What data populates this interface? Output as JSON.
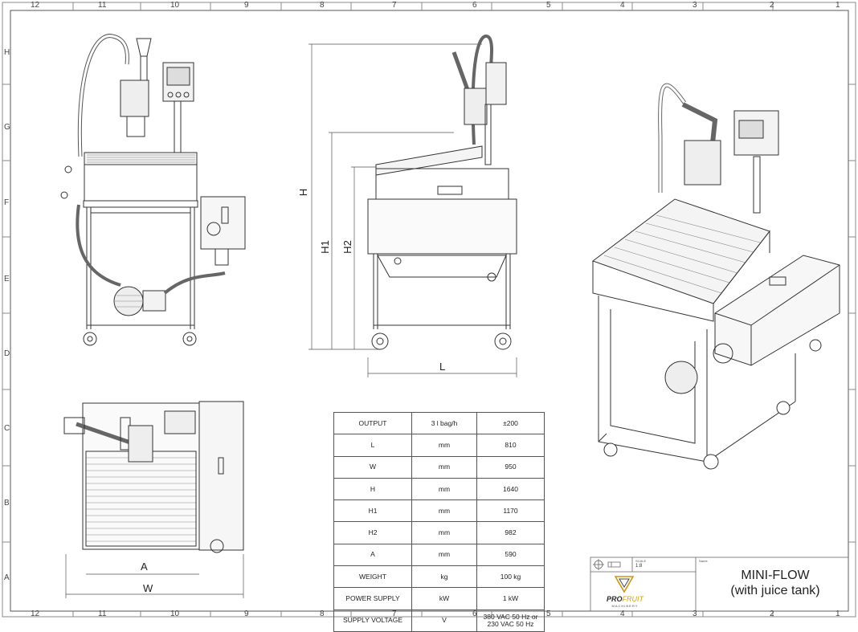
{
  "border_columns": [
    "12",
    "11",
    "10",
    "9",
    "8",
    "7",
    "6",
    "5",
    "4",
    "3",
    "2",
    "1"
  ],
  "border_rows": [
    "H",
    "G",
    "F",
    "E",
    "D",
    "C",
    "B",
    "A"
  ],
  "dimensions": {
    "front_A": "A",
    "front_W": "W",
    "side_H": "H",
    "side_H1": "H1",
    "side_H2": "H2",
    "side_L": "L"
  },
  "spec_table": [
    {
      "param": "OUTPUT",
      "unit": "3 l bag/h",
      "value": "±200"
    },
    {
      "param": "L",
      "unit": "mm",
      "value": "810"
    },
    {
      "param": "W",
      "unit": "mm",
      "value": "950"
    },
    {
      "param": "H",
      "unit": "mm",
      "value": "1640"
    },
    {
      "param": "H1",
      "unit": "mm",
      "value": "1170"
    },
    {
      "param": "H2",
      "unit": "mm",
      "value": "982"
    },
    {
      "param": "A",
      "unit": "mm",
      "value": "590"
    },
    {
      "param": "WEIGHT",
      "unit": "kg",
      "value": "100 kg"
    },
    {
      "param": "POWER SUPPLY",
      "unit": "kW",
      "value": "1 kW"
    },
    {
      "param": "SUPPLY VOLTAGE",
      "unit": "V",
      "value_line1": "380 VAC 50 Hz or",
      "value_line2": "230 VAC 50 Hz"
    }
  ],
  "title_block": {
    "scale_label": "SCALE",
    "scale_value": "1:8",
    "name_label": "Name",
    "title_line1": "MINI-FLOW",
    "title_line2": "(with juice tank)",
    "logo_pro": "PRO",
    "logo_fruit": "FRUIT",
    "logo_sub": "MACHINERY"
  }
}
